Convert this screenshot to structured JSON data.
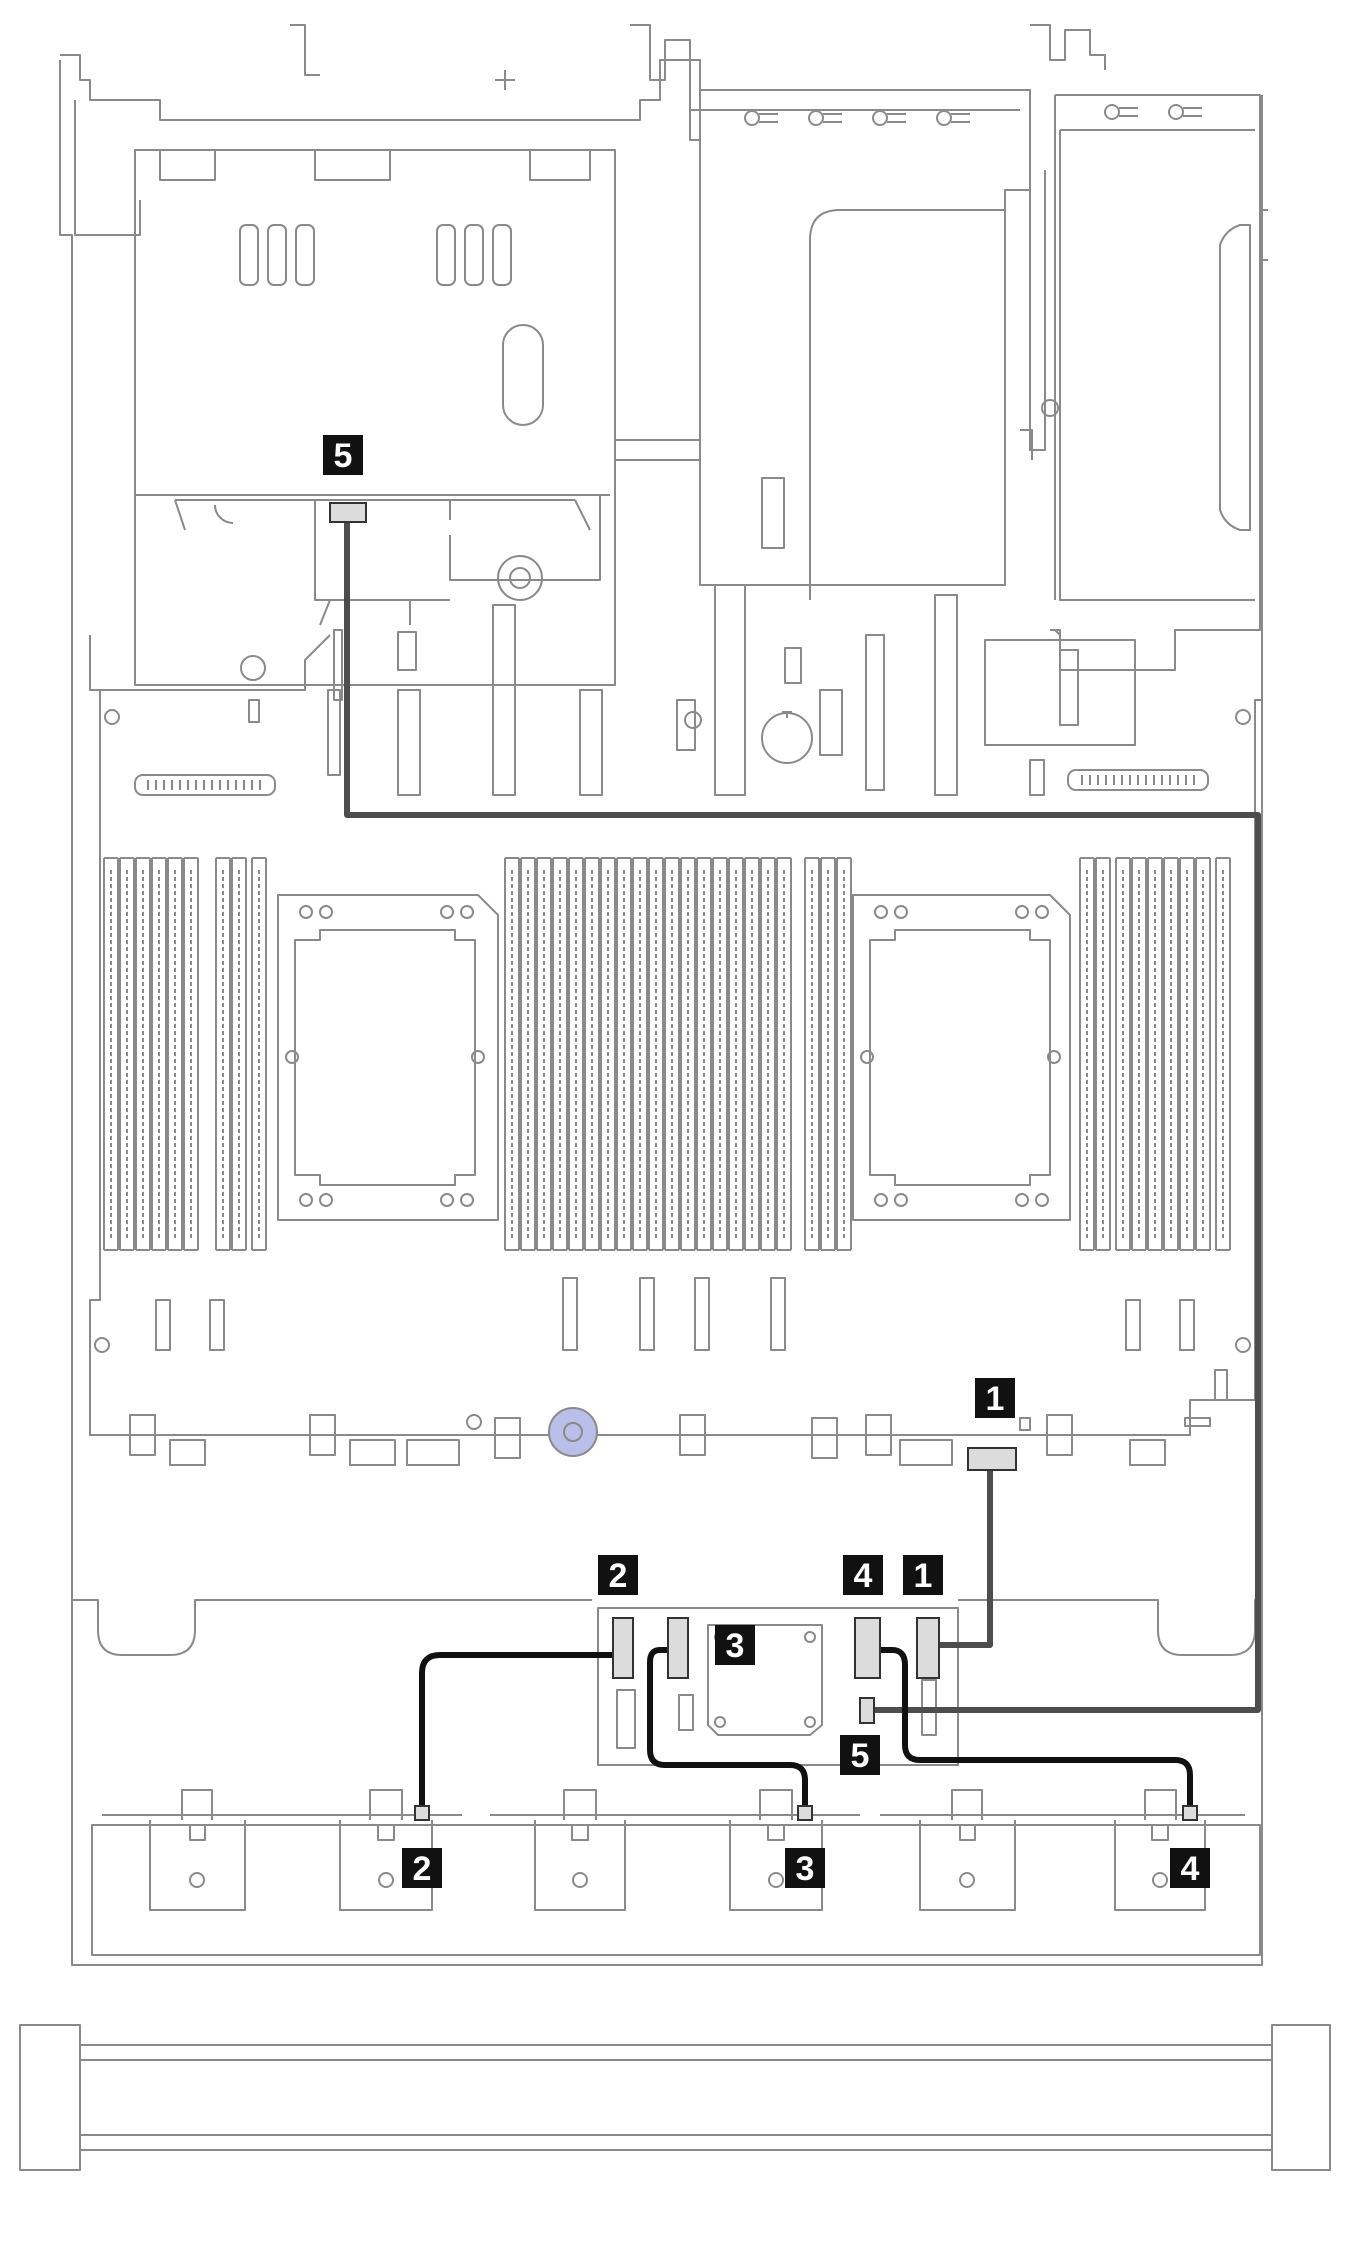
{
  "callouts": [
    {
      "id": "c1-top",
      "label": "1"
    },
    {
      "id": "c1-bot",
      "label": "1"
    },
    {
      "id": "c2-top",
      "label": "2"
    },
    {
      "id": "c2-bot",
      "label": "2"
    },
    {
      "id": "c3-top",
      "label": "3"
    },
    {
      "id": "c3-bot",
      "label": "3"
    },
    {
      "id": "c4-top",
      "label": "4"
    },
    {
      "id": "c4-bot",
      "label": "4"
    },
    {
      "id": "c5-top",
      "label": "5"
    },
    {
      "id": "c5-bot",
      "label": "5"
    }
  ],
  "colors": {
    "line": "#8a8a8a",
    "cable_black": "#111111",
    "cable_gray": "#4d4d4d",
    "callout_bg": "#111111",
    "callout_text": "#ffffff",
    "connector_fill": "#dcdcdc",
    "accent_blue": "#b9bfe8"
  }
}
